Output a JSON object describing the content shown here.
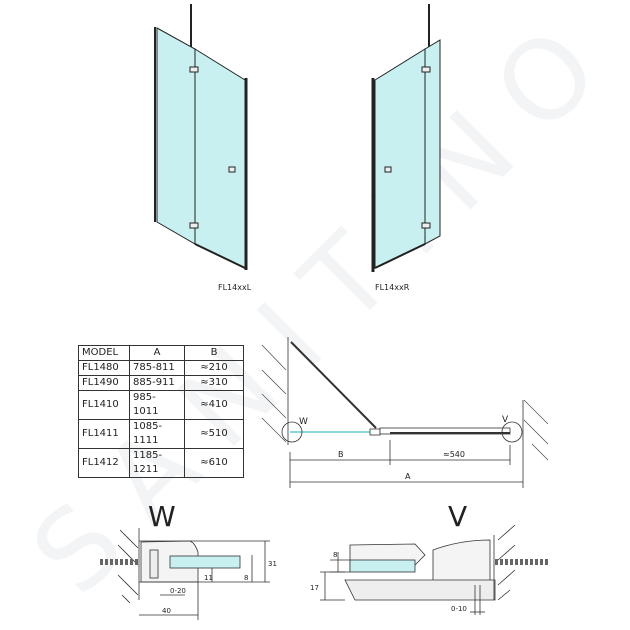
{
  "watermark": "SANITINO",
  "products": {
    "left_label": "FL14xxL",
    "right_label": "FL14xxR"
  },
  "table": {
    "headers": [
      "MODEL",
      "A",
      "B"
    ],
    "rows": [
      [
        "FL1480",
        "785-811",
        "≈210"
      ],
      [
        "FL1490",
        "885-911",
        "≈310"
      ],
      [
        "FL1410",
        "985-1011",
        "≈410"
      ],
      [
        "FL1411",
        "1085-1111",
        "≈510"
      ],
      [
        "FL1412",
        "1185-1211",
        "≈610"
      ]
    ]
  },
  "plan": {
    "w_label": "W",
    "v_label": "V",
    "dim_b": "B",
    "dim_540": "≈540",
    "dim_a": "A"
  },
  "detail_w": {
    "title": "W",
    "dim_31": "31",
    "dim_8": "8",
    "dim_11": "11",
    "dim_0_20": "0-20",
    "dim_40": "40"
  },
  "detail_v": {
    "title": "V",
    "dim_8": "8",
    "dim_17": "17",
    "dim_0_10": "0-10"
  },
  "colors": {
    "glass": "#c8f0f0",
    "line": "#222222"
  }
}
